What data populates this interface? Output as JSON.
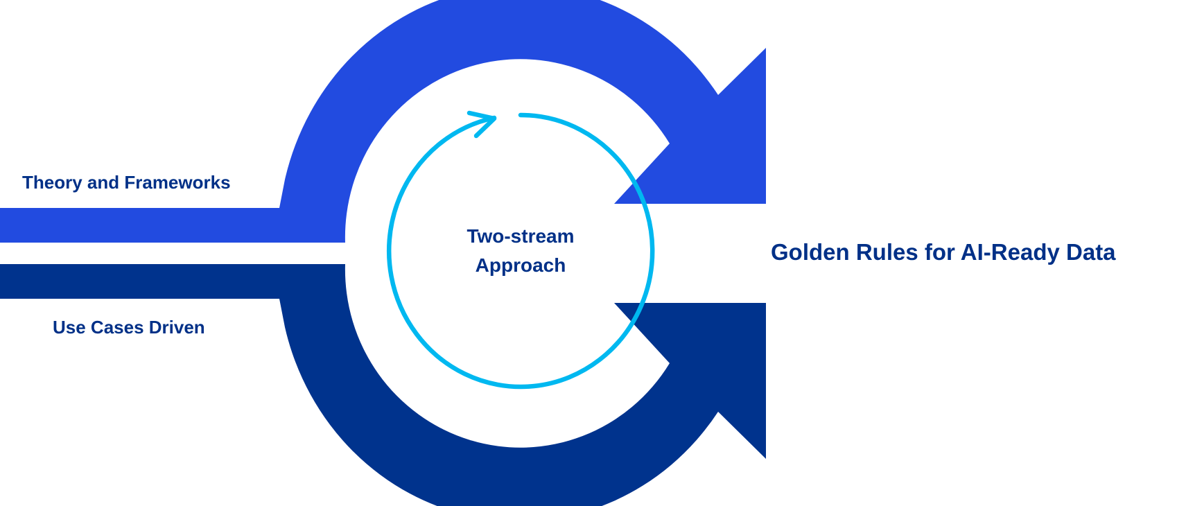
{
  "streams": {
    "top_label": "Theory and Frameworks",
    "bottom_label": "Use Cases Driven"
  },
  "center": {
    "line1": "Two-stream",
    "line2": "Approach"
  },
  "outcome": "Golden Rules for AI-Ready Data",
  "colors": {
    "top_stream": "#224BE0",
    "bottom_stream": "#00338D",
    "cycle": "#00B8F0",
    "text": "#003087"
  }
}
